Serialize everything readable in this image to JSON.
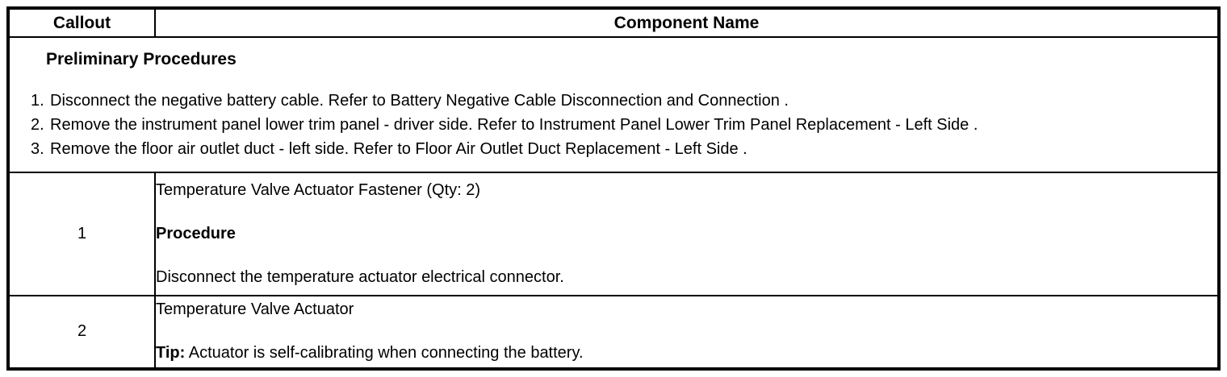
{
  "table": {
    "headers": {
      "callout": "Callout",
      "component": "Component Name"
    },
    "preliminary": {
      "title": "Preliminary Procedures",
      "steps": [
        {
          "num": "1.",
          "text": "Disconnect the negative battery cable. Refer to Battery Negative Cable Disconnection and Connection ."
        },
        {
          "num": "2.",
          "text": "Remove the instrument panel lower trim panel - driver side. Refer to Instrument Panel Lower Trim Panel Replacement - Left Side ."
        },
        {
          "num": "3.",
          "text": "Remove the floor air outlet duct - left side. Refer to Floor Air Outlet Duct Replacement - Left Side ."
        }
      ]
    },
    "rows": [
      {
        "callout": "1",
        "component_name": "Temperature Valve Actuator Fastener (Qty: 2)",
        "subheading": "Procedure",
        "detail": "Disconnect the temperature actuator electrical connector."
      },
      {
        "callout": "2",
        "component_name": "Temperature Valve Actuator",
        "tip_label": "Tip:",
        "tip_text": "Actuator is self-calibrating when connecting the battery."
      }
    ]
  }
}
